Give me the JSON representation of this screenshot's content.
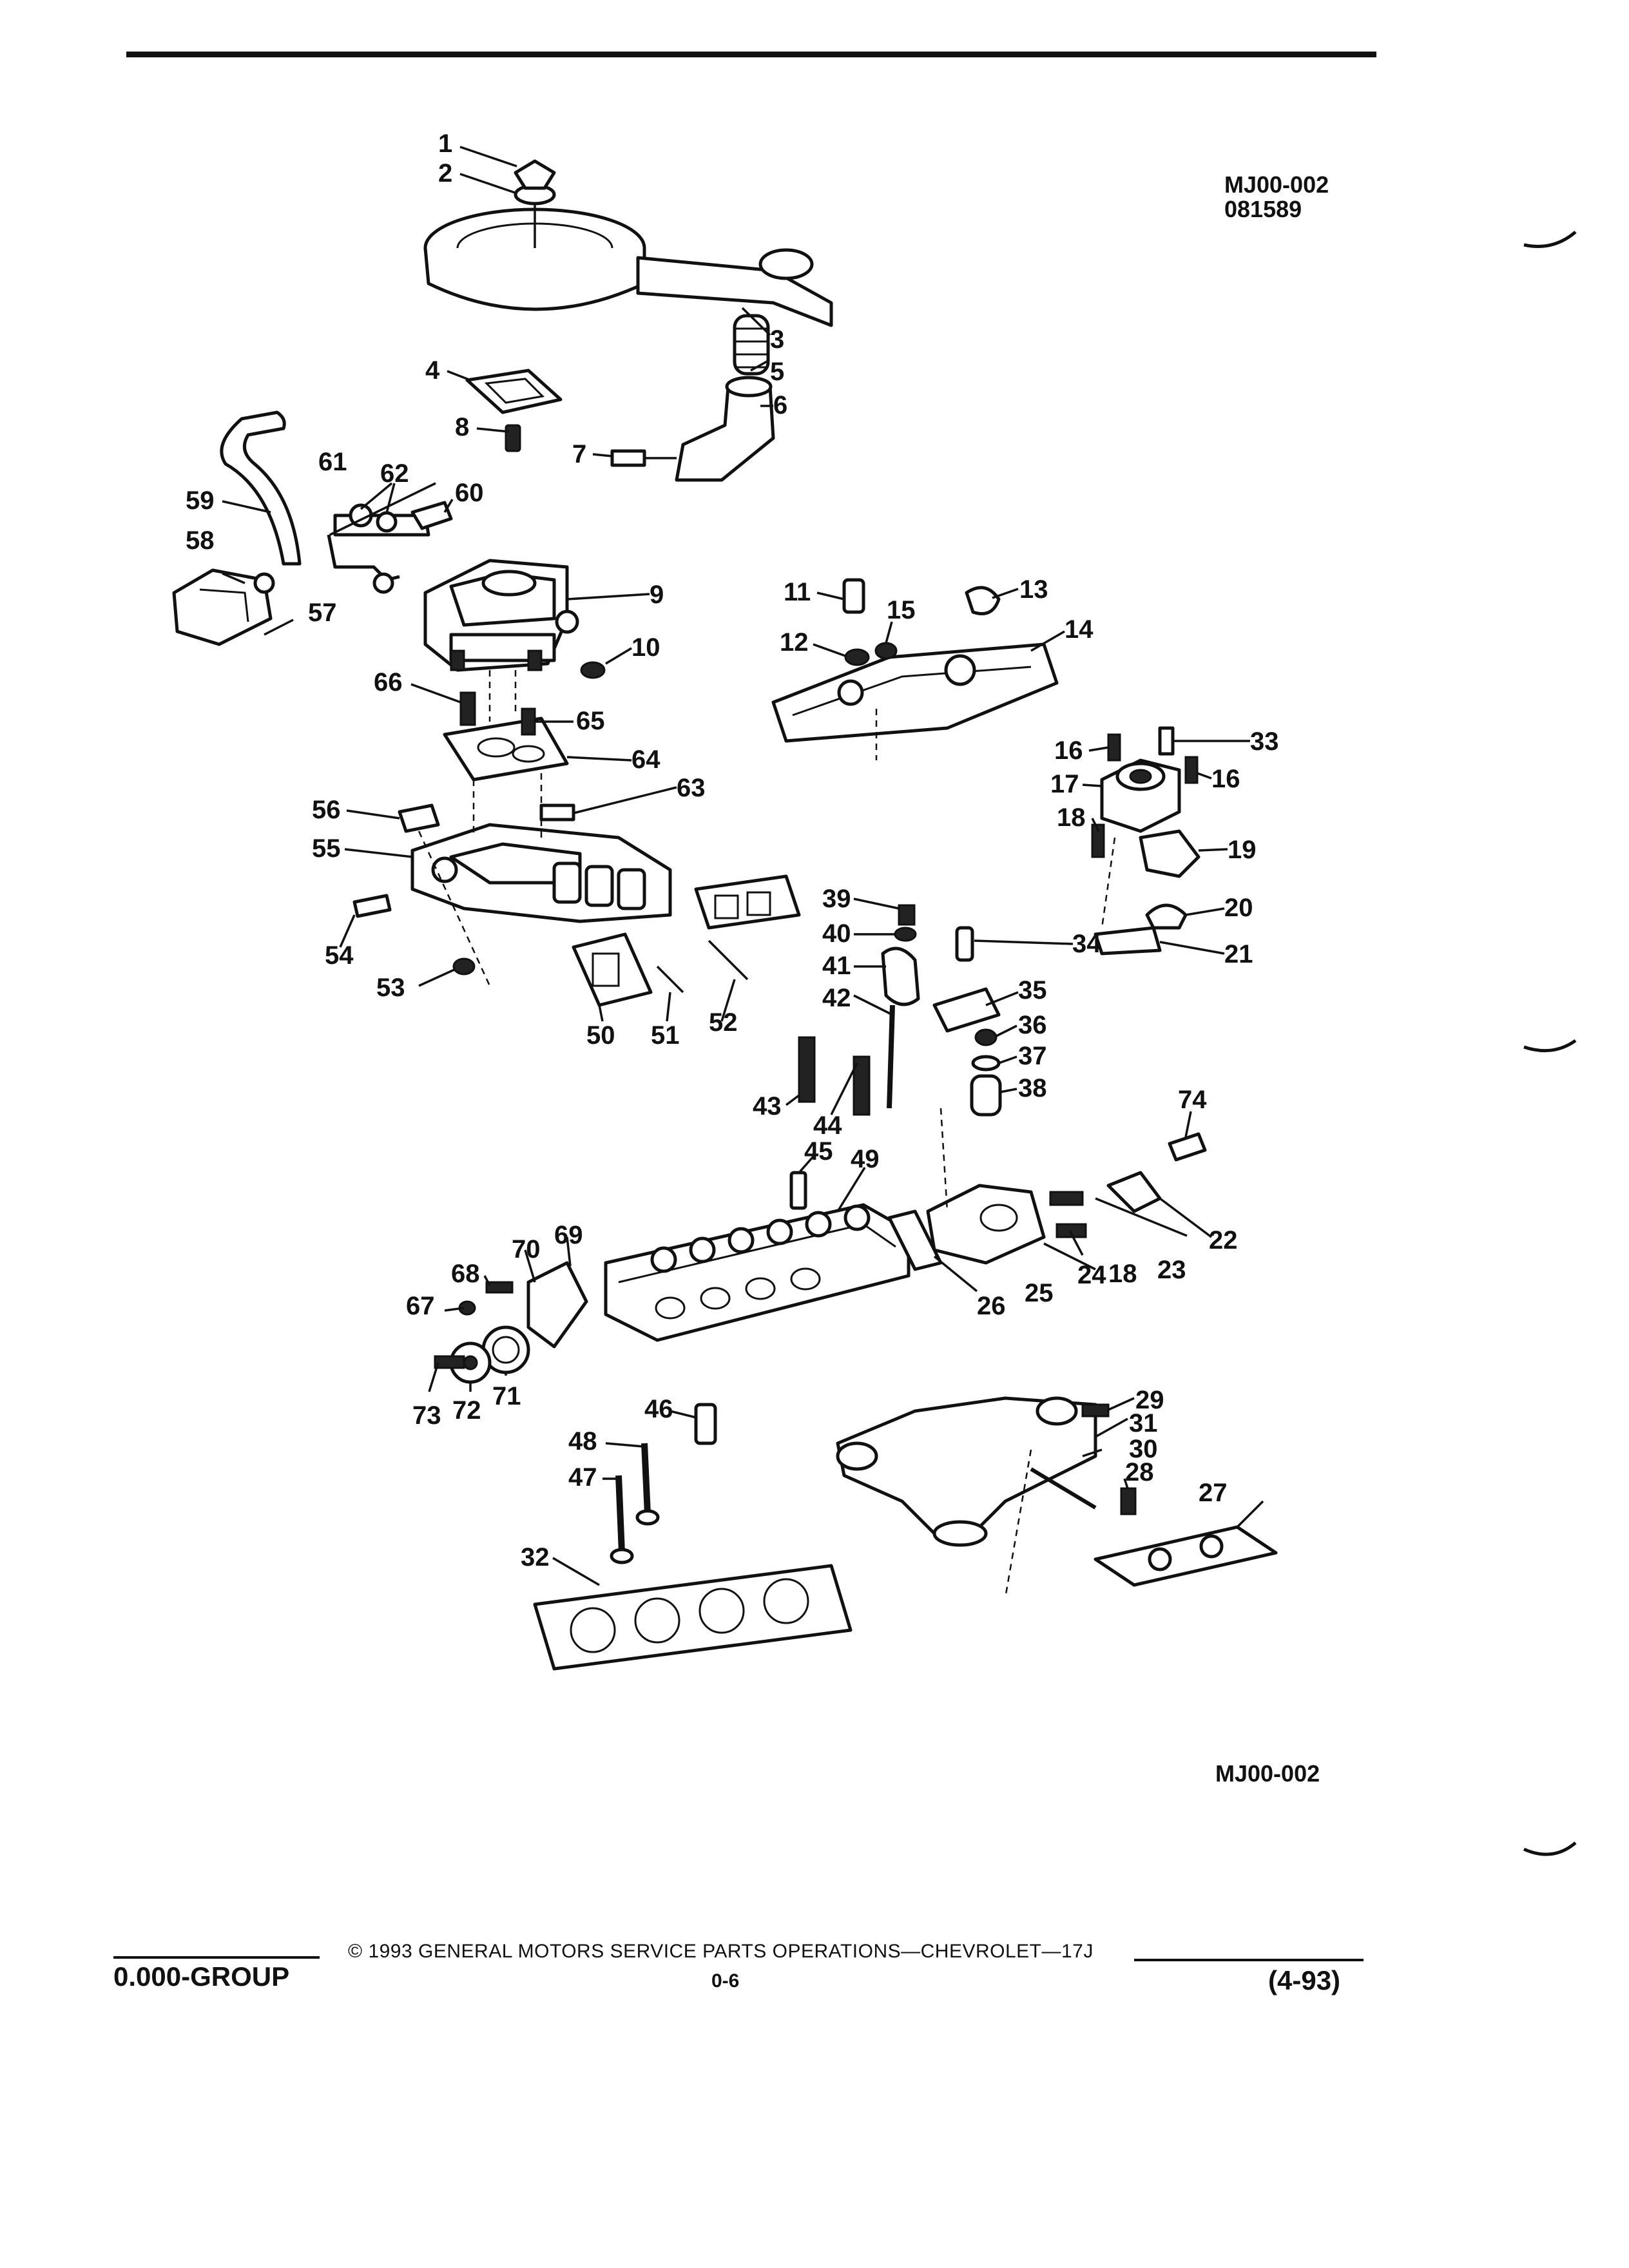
{
  "header": {
    "ref_code": "MJ00-002",
    "ref_date": "081589"
  },
  "diagram": {
    "ref_code_bottom": "MJ00-002",
    "callouts": [
      "1",
      "2",
      "3",
      "4",
      "5",
      "6",
      "7",
      "8",
      "9",
      "10",
      "11",
      "12",
      "13",
      "14",
      "15",
      "16",
      "16",
      "17",
      "18",
      "18",
      "19",
      "20",
      "21",
      "22",
      "23",
      "24",
      "25",
      "26",
      "27",
      "28",
      "29",
      "30",
      "31",
      "32",
      "33",
      "34",
      "35",
      "36",
      "37",
      "38",
      "39",
      "40",
      "41",
      "42",
      "43",
      "44",
      "45",
      "46",
      "47",
      "48",
      "49",
      "50",
      "51",
      "52",
      "53",
      "54",
      "55",
      "56",
      "57",
      "58",
      "59",
      "60",
      "61",
      "62",
      "63",
      "64",
      "65",
      "66",
      "67",
      "68",
      "69",
      "70",
      "71",
      "72",
      "73",
      "74"
    ]
  },
  "footer": {
    "copyright": "© 1993 GENERAL MOTORS SERVICE PARTS OPERATIONS—CHEVROLET—17J",
    "group": "0.000-GROUP",
    "page": "0-6",
    "revision": "(4-93)"
  }
}
